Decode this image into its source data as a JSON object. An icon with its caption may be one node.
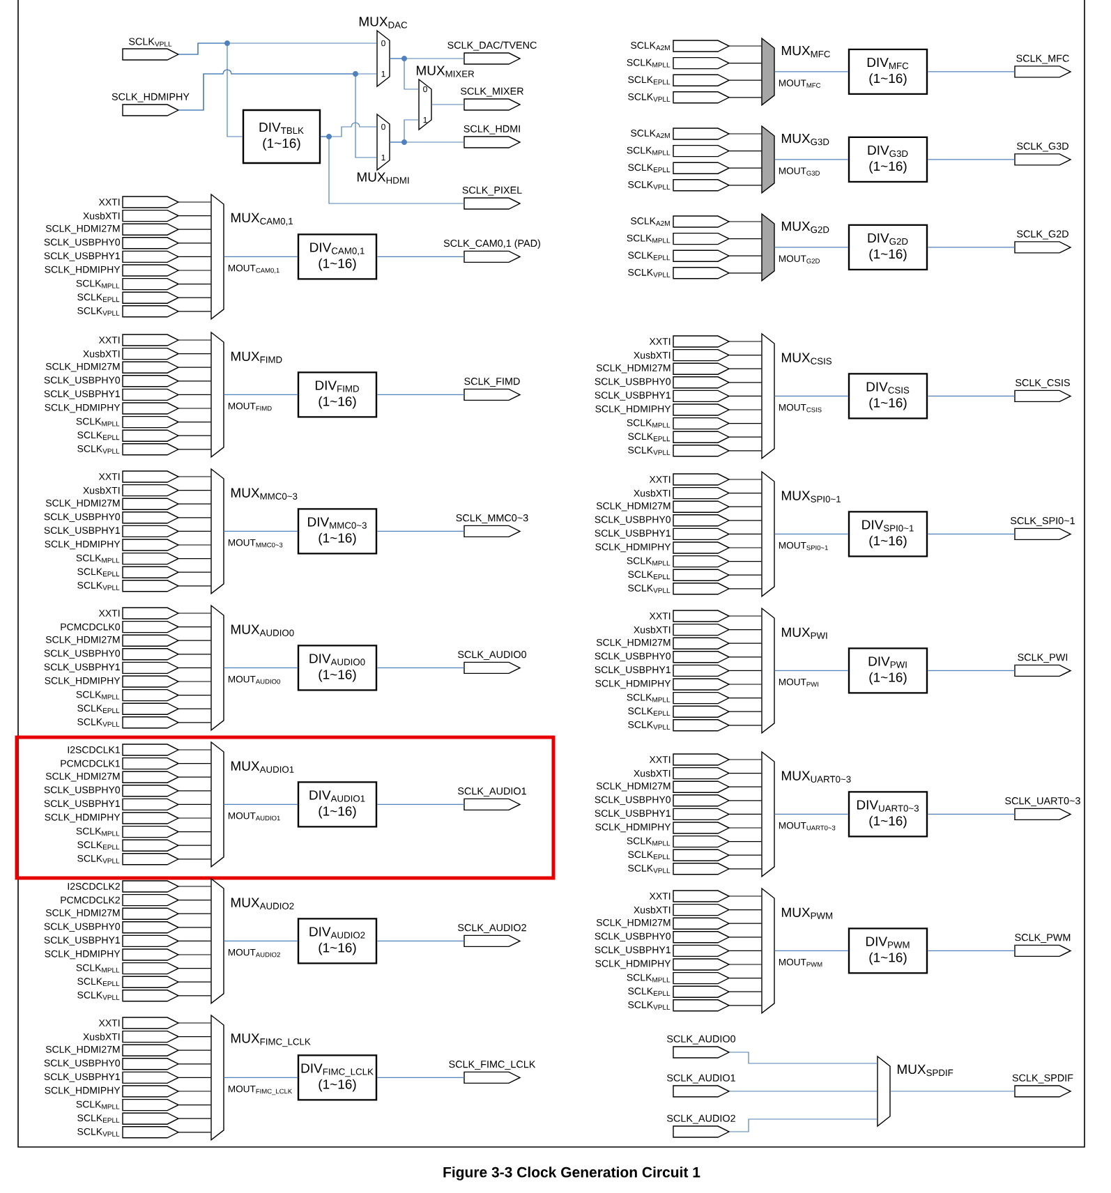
{
  "diagram": {
    "caption": "Figure 3-3 Clock Generation Circuit 1",
    "nodes": [
      {
        "text": [
          "SCLK$_{VPLL}$"
        ]
      },
      {
        "text": [
          "SCLK_HDMIPHY"
        ]
      },
      {
        "text": [
          "MUX$_{DAC}$"
        ]
      },
      {
        "text": [
          "MUX$_{MIXER}$"
        ]
      },
      {
        "text": [
          "DIV$_{TBLK}$",
          "(1~16)"
        ]
      },
      {
        "text": [
          "MUX$_{HDMI}$"
        ]
      },
      {
        "text": [
          "SCLK_DAC/TVENC"
        ]
      },
      {
        "text": [
          "SCLK_MIXER"
        ]
      },
      {
        "text": [
          "SCLK_HDMI"
        ]
      },
      {
        "text": [
          "SCLK_PIXEL"
        ]
      },
      {
        "text": [
          "XXTI"
        ]
      },
      {
        "text": [
          "XusbXTI"
        ]
      },
      {
        "text": [
          "SCLK_HDMI27M"
        ]
      },
      {
        "text": [
          "SCLK_USBPHY0"
        ]
      },
      {
        "text": [
          "SCLK_USBPHY1"
        ]
      },
      {
        "text": [
          "SCLK_HDMIPHY"
        ]
      },
      {
        "text": [
          "SCLK$_{MPLL}$"
        ]
      },
      {
        "text": [
          "SCLK$_{EPLL}$"
        ]
      },
      {
        "text": [
          "SCLK$_{VPLL}$"
        ]
      },
      {
        "text": [
          "MUX$_{CAM0,1}$"
        ]
      },
      {
        "text": [
          "DIV$_{CAM0,1}$",
          "(1~16)"
        ]
      },
      {
        "text": [
          "SCLK_CAM0,1 (PAD)"
        ]
      },
      {
        "text": [
          "XXTI"
        ]
      },
      {
        "text": [
          "XusbXTI"
        ]
      },
      {
        "text": [
          "SCLK_HDMI27M"
        ]
      },
      {
        "text": [
          "SCLK_USBPHY0"
        ]
      },
      {
        "text": [
          "SCLK_USBPHY1"
        ]
      },
      {
        "text": [
          "SCLK_HDMIPHY"
        ]
      },
      {
        "text": [
          "SCLK$_{MPLL}$"
        ]
      },
      {
        "text": [
          "SCLK$_{EPLL}$"
        ]
      },
      {
        "text": [
          "SCLK$_{VPLL}$"
        ]
      },
      {
        "text": [
          "MUX$_{FIMD}$"
        ]
      },
      {
        "text": [
          "DIV$_{FIMD}$",
          "(1~16)"
        ]
      },
      {
        "text": [
          "SCLK_FIMD"
        ]
      },
      {
        "text": [
          "XXTI"
        ]
      },
      {
        "text": [
          "XusbXTI"
        ]
      },
      {
        "text": [
          "SCLK_HDMI27M"
        ]
      },
      {
        "text": [
          "SCLK_USBPHY0"
        ]
      },
      {
        "text": [
          "SCLK_USBPHY1"
        ]
      },
      {
        "text": [
          "SCLK_HDMIPHY"
        ]
      },
      {
        "text": [
          "SCLK$_{MPLL}$"
        ]
      },
      {
        "text": [
          "SCLK$_{EPLL}$"
        ]
      },
      {
        "text": [
          "SCLK$_{VPLL}$"
        ]
      },
      {
        "text": [
          "MUX$_{MMC0~3}$"
        ]
      },
      {
        "text": [
          "DIV$_{MMC0~3}$",
          "(1~16)"
        ]
      },
      {
        "text": [
          "SCLK_MMC0~3"
        ]
      },
      {
        "text": [
          "XXTI"
        ]
      },
      {
        "text": [
          "PCMCDCLK0"
        ]
      },
      {
        "text": [
          "SCLK_HDMI27M"
        ]
      },
      {
        "text": [
          "SCLK_USBPHY0"
        ]
      },
      {
        "text": [
          "SCLK_USBPHY1"
        ]
      },
      {
        "text": [
          "SCLK_HDMIPHY"
        ]
      },
      {
        "text": [
          "SCLK$_{MPLL}$"
        ]
      },
      {
        "text": [
          "SCLK$_{EPLL}$"
        ]
      },
      {
        "text": [
          "SCLK$_{VPLL}$"
        ]
      },
      {
        "text": [
          "MUX$_{AUDIO0}$"
        ]
      },
      {
        "text": [
          "DIV$_{AUDIO0}$",
          "(1~16)"
        ]
      },
      {
        "text": [
          "SCLK_AUDIO0"
        ]
      },
      {
        "text": [
          "I2SCDCLK1"
        ]
      },
      {
        "text": [
          "PCMCDCLK1"
        ]
      },
      {
        "text": [
          "SCLK_HDMI27M"
        ]
      },
      {
        "text": [
          "SCLK_USBPHY0"
        ]
      },
      {
        "text": [
          "SCLK_USBPHY1"
        ]
      },
      {
        "text": [
          "SCLK_HDMIPHY"
        ]
      },
      {
        "text": [
          "SCLK$_{MPLL}$"
        ]
      },
      {
        "text": [
          "SCLK$_{EPLL}$"
        ]
      },
      {
        "text": [
          "SCLK$_{VPLL}$"
        ]
      },
      {
        "text": [
          "MUX$_{AUDIO1}$"
        ]
      },
      {
        "text": [
          "DIV$_{AUDIO1}$",
          "(1~16)"
        ]
      },
      {
        "text": [
          "SCLK_AUDIO1"
        ]
      },
      {
        "text": [
          "I2SCDCLK2"
        ]
      },
      {
        "text": [
          "PCMCDCLK2"
        ]
      },
      {
        "text": [
          "SCLK_HDMI27M"
        ]
      },
      {
        "text": [
          "SCLK_USBPHY0"
        ]
      },
      {
        "text": [
          "SCLK_USBPHY1"
        ]
      },
      {
        "text": [
          "SCLK_HDMIPHY"
        ]
      },
      {
        "text": [
          "SCLK$_{MPLL}$"
        ]
      },
      {
        "text": [
          "SCLK$_{EPLL}$"
        ]
      },
      {
        "text": [
          "SCLK$_{VPLL}$"
        ]
      },
      {
        "text": [
          "MUX$_{AUDIO2}$"
        ]
      },
      {
        "text": [
          "DIV$_{AUDIO2}$",
          "(1~16)"
        ]
      },
      {
        "text": [
          "SCLK_AUDIO2"
        ]
      },
      {
        "text": [
          "XXTI"
        ]
      },
      {
        "text": [
          "XusbXTI"
        ]
      },
      {
        "text": [
          "SCLK_HDMI27M"
        ]
      },
      {
        "text": [
          "SCLK_USBPHY0"
        ]
      },
      {
        "text": [
          "SCLK_USBPHY1"
        ]
      },
      {
        "text": [
          "SCLK_HDMIPHY"
        ]
      },
      {
        "text": [
          "SCLK$_{MPLL}$"
        ]
      },
      {
        "text": [
          "SCLK$_{EPLL}$"
        ]
      },
      {
        "text": [
          "SCLK$_{VPLL}$"
        ]
      },
      {
        "text": [
          "MUX$_{FIMC_LCLK}$"
        ]
      },
      {
        "text": [
          "DIV$_{FIMC_LCLK}$",
          "(1~16)"
        ]
      },
      {
        "text": [
          "SCLK_FIMC_LCLK"
        ]
      },
      {
        "text": [
          "SCLK$_{A2M}$"
        ]
      },
      {
        "text": [
          "SCLK$_{MPLL}$"
        ]
      },
      {
        "text": [
          "SCLK$_{EPLL}$"
        ]
      },
      {
        "text": [
          "SCLK$_{VPLL}$"
        ]
      },
      {
        "text": [
          "MUX$_{MFC}$"
        ]
      },
      {
        "text": [
          "DIV$_{MFC}$",
          "(1~16)"
        ]
      },
      {
        "text": [
          "SCLK_MFC"
        ]
      },
      {
        "text": [
          "SCLK$_{A2M}$"
        ]
      },
      {
        "text": [
          "SCLK$_{MPLL}$"
        ]
      },
      {
        "text": [
          "SCLK$_{EPLL}$"
        ]
      },
      {
        "text": [
          "SCLK$_{VPLL}$"
        ]
      },
      {
        "text": [
          "MUX$_{G3D}$"
        ]
      },
      {
        "text": [
          "DIV$_{G3D}$",
          "(1~16)"
        ]
      },
      {
        "text": [
          "SCLK_G3D"
        ]
      },
      {
        "text": [
          "SCLK$_{A2M}$"
        ]
      },
      {
        "text": [
          "SCLK$_{MPLL}$"
        ]
      },
      {
        "text": [
          "SCLK$_{EPLL}$"
        ]
      },
      {
        "text": [
          "SCLK$_{VPLL}$"
        ]
      },
      {
        "text": [
          "MUX$_{G2D}$"
        ]
      },
      {
        "text": [
          "DIV$_{G2D}$",
          "(1~16)"
        ]
      },
      {
        "text": [
          "SCLK_G2D"
        ]
      },
      {
        "text": [
          "XXTI"
        ]
      },
      {
        "text": [
          "XusbXTI"
        ]
      },
      {
        "text": [
          "SCLK_HDMI27M"
        ]
      },
      {
        "text": [
          "SCLK_USBPHY0"
        ]
      },
      {
        "text": [
          "SCLK_USBPHY1"
        ]
      },
      {
        "text": [
          "SCLK_HDMIPHY"
        ]
      },
      {
        "text": [
          "SCLK$_{MPLL}$"
        ]
      },
      {
        "text": [
          "SCLK$_{EPLL}$"
        ]
      },
      {
        "text": [
          "SCLK$_{VPLL}$"
        ]
      },
      {
        "text": [
          "MUX$_{CSIS}$"
        ]
      },
      {
        "text": [
          "DIV$_{CSIS}$",
          "(1~16)"
        ]
      },
      {
        "text": [
          "SCLK_CSIS"
        ]
      },
      {
        "text": [
          "XXTI"
        ]
      },
      {
        "text": [
          "XusbXTI"
        ]
      },
      {
        "text": [
          "SCLK_HDMI27M"
        ]
      },
      {
        "text": [
          "SCLK_USBPHY0"
        ]
      },
      {
        "text": [
          "SCLK_USBPHY1"
        ]
      },
      {
        "text": [
          "SCLK_HDMIPHY"
        ]
      },
      {
        "text": [
          "SCLK$_{MPLL}$"
        ]
      },
      {
        "text": [
          "SCLK$_{EPLL}$"
        ]
      },
      {
        "text": [
          "SCLK$_{VPLL}$"
        ]
      },
      {
        "text": [
          "MUX$_{SPI0~1}$"
        ]
      },
      {
        "text": [
          "DIV$_{SPI0~1}$",
          "(1~16)"
        ]
      },
      {
        "text": [
          "SCLK_SPI0~1"
        ]
      },
      {
        "text": [
          "XXTI"
        ]
      },
      {
        "text": [
          "XusbXTI"
        ]
      },
      {
        "text": [
          "SCLK_HDMI27M"
        ]
      },
      {
        "text": [
          "SCLK_USBPHY0"
        ]
      },
      {
        "text": [
          "SCLK_USBPHY1"
        ]
      },
      {
        "text": [
          "SCLK_HDMIPHY"
        ]
      },
      {
        "text": [
          "SCLK$_{MPLL}$"
        ]
      },
      {
        "text": [
          "SCLK$_{EPLL}$"
        ]
      },
      {
        "text": [
          "SCLK$_{VPLL}$"
        ]
      },
      {
        "text": [
          "MUX$_{PWI}$"
        ]
      },
      {
        "text": [
          "DIV$_{PWI}$",
          "(1~16)"
        ]
      },
      {
        "text": [
          "SCLK_PWI"
        ]
      },
      {
        "text": [
          "XXTI"
        ]
      },
      {
        "text": [
          "XusbXTI"
        ]
      },
      {
        "text": [
          "SCLK_HDMI27M"
        ]
      },
      {
        "text": [
          "SCLK_USBPHY0"
        ]
      },
      {
        "text": [
          "SCLK_USBPHY1"
        ]
      },
      {
        "text": [
          "SCLK_HDMIPHY"
        ]
      },
      {
        "text": [
          "SCLK$_{MPLL}$"
        ]
      },
      {
        "text": [
          "SCLK$_{EPLL}$"
        ]
      },
      {
        "text": [
          "SCLK$_{VPLL}$"
        ]
      },
      {
        "text": [
          "MUX$_{UART0~3}$"
        ]
      },
      {
        "text": [
          "DIV$_{UART0~3}$",
          "(1~16)"
        ]
      },
      {
        "text": [
          "SCLK_UART0~3"
        ]
      },
      {
        "text": [
          "XXTI"
        ]
      },
      {
        "text": [
          "XusbXTI"
        ]
      },
      {
        "text": [
          "SCLK_HDMI27M"
        ]
      },
      {
        "text": [
          "SCLK_USBPHY0"
        ]
      },
      {
        "text": [
          "SCLK_USBPHY1"
        ]
      },
      {
        "text": [
          "SCLK_HDMIPHY"
        ]
      },
      {
        "text": [
          "SCLK$_{MPLL}$"
        ]
      },
      {
        "text": [
          "SCLK$_{EPLL}$"
        ]
      },
      {
        "text": [
          "SCLK$_{VPLL}$"
        ]
      },
      {
        "text": [
          "MUX$_{PWM}$"
        ]
      },
      {
        "text": [
          "DIV$_{PWM}$",
          "(1~16)"
        ]
      },
      {
        "text": [
          "SCLK_PWM"
        ]
      },
      {
        "text": [
          "SCLK_AUDIO0"
        ]
      },
      {
        "text": [
          "SCLK_AUDIO1"
        ]
      },
      {
        "text": [
          "SCLK_AUDIO2"
        ]
      },
      {
        "text": [
          "MUX$_{SPDIF}$"
        ]
      },
      {
        "text": [
          "SCLK_SPDIF"
        ]
      }
    ],
    "edges": [
      {
        "from": 0,
        "to": 2,
        "arrow": "none",
        "color": "#4f81bd"
      },
      {
        "from": 1,
        "to": 2,
        "arrow": "none",
        "color": "#4f81bd"
      },
      {
        "from": 0,
        "to": 4,
        "arrow": "none",
        "color": "#4f81bd"
      },
      {
        "from": 4,
        "to": 5,
        "arrow": "none",
        "color": "#4f81bd"
      },
      {
        "from": 1,
        "to": 5,
        "arrow": "none",
        "color": "#4f81bd"
      },
      {
        "from": 2,
        "to": 6,
        "arrow": "none",
        "color": "#4f81bd"
      },
      {
        "from": 2,
        "to": 3,
        "arrow": "none",
        "color": "#4f81bd"
      },
      {
        "from": 5,
        "to": 3,
        "arrow": "none",
        "color": "#4f81bd"
      },
      {
        "from": 3,
        "to": 7,
        "arrow": "none",
        "color": "#4f81bd"
      },
      {
        "from": 5,
        "to": 8,
        "arrow": "none",
        "color": "#4f81bd"
      },
      {
        "from": 4,
        "to": 9,
        "arrow": "none",
        "color": "#4f81bd"
      },
      {
        "from": 10,
        "to": 19,
        "arrow": "none"
      },
      {
        "from": 11,
        "to": 19,
        "arrow": "none"
      },
      {
        "from": 12,
        "to": 19,
        "arrow": "none"
      },
      {
        "from": 13,
        "to": 19,
        "arrow": "none"
      },
      {
        "from": 14,
        "to": 19,
        "arrow": "none"
      },
      {
        "from": 15,
        "to": 19,
        "arrow": "none"
      },
      {
        "from": 16,
        "to": 19,
        "arrow": "none"
      },
      {
        "from": 17,
        "to": 19,
        "arrow": "none"
      },
      {
        "from": 18,
        "to": 19,
        "arrow": "none"
      },
      {
        "from": 19,
        "to": 20,
        "arrow": "none",
        "color": "#4f81bd",
        "label": "MOUT$_{CAM0,1}$"
      },
      {
        "from": 20,
        "to": 21,
        "arrow": "none",
        "color": "#4f81bd"
      },
      {
        "from": 22,
        "to": 31,
        "arrow": "none"
      },
      {
        "from": 23,
        "to": 31,
        "arrow": "none"
      },
      {
        "from": 24,
        "to": 31,
        "arrow": "none"
      },
      {
        "from": 25,
        "to": 31,
        "arrow": "none"
      },
      {
        "from": 26,
        "to": 31,
        "arrow": "none"
      },
      {
        "from": 27,
        "to": 31,
        "arrow": "none"
      },
      {
        "from": 28,
        "to": 31,
        "arrow": "none"
      },
      {
        "from": 29,
        "to": 31,
        "arrow": "none"
      },
      {
        "from": 30,
        "to": 31,
        "arrow": "none"
      },
      {
        "from": 31,
        "to": 32,
        "arrow": "none",
        "color": "#4f81bd",
        "label": "MOUT$_{FIMD}$"
      },
      {
        "from": 32,
        "to": 33,
        "arrow": "none",
        "color": "#4f81bd"
      },
      {
        "from": 34,
        "to": 43,
        "arrow": "none"
      },
      {
        "from": 35,
        "to": 43,
        "arrow": "none"
      },
      {
        "from": 36,
        "to": 43,
        "arrow": "none"
      },
      {
        "from": 37,
        "to": 43,
        "arrow": "none"
      },
      {
        "from": 38,
        "to": 43,
        "arrow": "none"
      },
      {
        "from": 39,
        "to": 43,
        "arrow": "none"
      },
      {
        "from": 40,
        "to": 43,
        "arrow": "none"
      },
      {
        "from": 41,
        "to": 43,
        "arrow": "none"
      },
      {
        "from": 42,
        "to": 43,
        "arrow": "none"
      },
      {
        "from": 43,
        "to": 44,
        "arrow": "none",
        "color": "#4f81bd",
        "label": "MOUT$_{MMC0~3}$"
      },
      {
        "from": 44,
        "to": 45,
        "arrow": "none",
        "color": "#4f81bd"
      },
      {
        "from": 46,
        "to": 55,
        "arrow": "none"
      },
      {
        "from": 47,
        "to": 55,
        "arrow": "none"
      },
      {
        "from": 48,
        "to": 55,
        "arrow": "none"
      },
      {
        "from": 49,
        "to": 55,
        "arrow": "none"
      },
      {
        "from": 50,
        "to": 55,
        "arrow": "none"
      },
      {
        "from": 51,
        "to": 55,
        "arrow": "none"
      },
      {
        "from": 52,
        "to": 55,
        "arrow": "none"
      },
      {
        "from": 53,
        "to": 55,
        "arrow": "none"
      },
      {
        "from": 54,
        "to": 55,
        "arrow": "none"
      },
      {
        "from": 55,
        "to": 56,
        "arrow": "none",
        "color": "#4f81bd",
        "label": "MOUT$_{AUDIO0}$"
      },
      {
        "from": 56,
        "to": 57,
        "arrow": "none",
        "color": "#4f81bd"
      },
      {
        "from": 58,
        "to": 67,
        "arrow": "none"
      },
      {
        "from": 59,
        "to": 67,
        "arrow": "none"
      },
      {
        "from": 60,
        "to": 67,
        "arrow": "none"
      },
      {
        "from": 61,
        "to": 67,
        "arrow": "none"
      },
      {
        "from": 62,
        "to": 67,
        "arrow": "none"
      },
      {
        "from": 63,
        "to": 67,
        "arrow": "none"
      },
      {
        "from": 64,
        "to": 67,
        "arrow": "none"
      },
      {
        "from": 65,
        "to": 67,
        "arrow": "none"
      },
      {
        "from": 66,
        "to": 67,
        "arrow": "none"
      },
      {
        "from": 67,
        "to": 68,
        "arrow": "none",
        "color": "#4f81bd",
        "label": "MOUT$_{AUDIO1}$"
      },
      {
        "from": 68,
        "to": 69,
        "arrow": "none",
        "color": "#4f81bd"
      },
      {
        "from": 70,
        "to": 79,
        "arrow": "none"
      },
      {
        "from": 71,
        "to": 79,
        "arrow": "none"
      },
      {
        "from": 72,
        "to": 79,
        "arrow": "none"
      },
      {
        "from": 73,
        "to": 79,
        "arrow": "none"
      },
      {
        "from": 74,
        "to": 79,
        "arrow": "none"
      },
      {
        "from": 75,
        "to": 79,
        "arrow": "none"
      },
      {
        "from": 76,
        "to": 79,
        "arrow": "none"
      },
      {
        "from": 77,
        "to": 79,
        "arrow": "none"
      },
      {
        "from": 78,
        "to": 79,
        "arrow": "none"
      },
      {
        "from": 79,
        "to": 80,
        "arrow": "none",
        "color": "#4f81bd",
        "label": "MOUT$_{AUDIO2}$"
      },
      {
        "from": 80,
        "to": 81,
        "arrow": "none",
        "color": "#4f81bd"
      },
      {
        "from": 82,
        "to": 91,
        "arrow": "none"
      },
      {
        "from": 83,
        "to": 91,
        "arrow": "none"
      },
      {
        "from": 84,
        "to": 91,
        "arrow": "none"
      },
      {
        "from": 85,
        "to": 91,
        "arrow": "none"
      },
      {
        "from": 86,
        "to": 91,
        "arrow": "none"
      },
      {
        "from": 87,
        "to": 91,
        "arrow": "none"
      },
      {
        "from": 88,
        "to": 91,
        "arrow": "none"
      },
      {
        "from": 89,
        "to": 91,
        "arrow": "none"
      },
      {
        "from": 90,
        "to": 91,
        "arrow": "none"
      },
      {
        "from": 91,
        "to": 92,
        "arrow": "none",
        "color": "#4f81bd",
        "label": "MOUT$_{FIMC_LCLK}$"
      },
      {
        "from": 92,
        "to": 93,
        "arrow": "none",
        "color": "#4f81bd"
      },
      {
        "from": 94,
        "to": 98,
        "arrow": "none"
      },
      {
        "from": 95,
        "to": 98,
        "arrow": "none"
      },
      {
        "from": 96,
        "to": 98,
        "arrow": "none"
      },
      {
        "from": 97,
        "to": 98,
        "arrow": "none"
      },
      {
        "from": 98,
        "to": 99,
        "arrow": "none",
        "color": "#4f81bd",
        "label": "MOUT$_{MFC}$"
      },
      {
        "from": 99,
        "to": 100,
        "arrow": "none",
        "color": "#4f81bd"
      },
      {
        "from": 101,
        "to": 105,
        "arrow": "none"
      },
      {
        "from": 102,
        "to": 105,
        "arrow": "none"
      },
      {
        "from": 103,
        "to": 105,
        "arrow": "none"
      },
      {
        "from": 104,
        "to": 105,
        "arrow": "none"
      },
      {
        "from": 105,
        "to": 106,
        "arrow": "none",
        "color": "#4f81bd",
        "label": "MOUT$_{G3D}$"
      },
      {
        "from": 106,
        "to": 107,
        "arrow": "none",
        "color": "#4f81bd"
      },
      {
        "from": 108,
        "to": 112,
        "arrow": "none"
      },
      {
        "from": 109,
        "to": 112,
        "arrow": "none"
      },
      {
        "from": 110,
        "to": 112,
        "arrow": "none"
      },
      {
        "from": 111,
        "to": 112,
        "arrow": "none"
      },
      {
        "from": 112,
        "to": 113,
        "arrow": "none",
        "color": "#4f81bd",
        "label": "MOUT$_{G2D}$"
      },
      {
        "from": 113,
        "to": 114,
        "arrow": "none",
        "color": "#4f81bd"
      },
      {
        "from": 115,
        "to": 124,
        "arrow": "none"
      },
      {
        "from": 116,
        "to": 124,
        "arrow": "none"
      },
      {
        "from": 117,
        "to": 124,
        "arrow": "none"
      },
      {
        "from": 118,
        "to": 124,
        "arrow": "none"
      },
      {
        "from": 119,
        "to": 124,
        "arrow": "none"
      },
      {
        "from": 120,
        "to": 124,
        "arrow": "none"
      },
      {
        "from": 121,
        "to": 124,
        "arrow": "none"
      },
      {
        "from": 122,
        "to": 124,
        "arrow": "none"
      },
      {
        "from": 123,
        "to": 124,
        "arrow": "none"
      },
      {
        "from": 124,
        "to": 125,
        "arrow": "none",
        "color": "#4f81bd",
        "label": "MOUT$_{CSIS}$"
      },
      {
        "from": 125,
        "to": 126,
        "arrow": "none",
        "color": "#4f81bd"
      },
      {
        "from": 127,
        "to": 136,
        "arrow": "none"
      },
      {
        "from": 128,
        "to": 136,
        "arrow": "none"
      },
      {
        "from": 129,
        "to": 136,
        "arrow": "none"
      },
      {
        "from": 130,
        "to": 136,
        "arrow": "none"
      },
      {
        "from": 131,
        "to": 136,
        "arrow": "none"
      },
      {
        "from": 132,
        "to": 136,
        "arrow": "none"
      },
      {
        "from": 133,
        "to": 136,
        "arrow": "none"
      },
      {
        "from": 134,
        "to": 136,
        "arrow": "none"
      },
      {
        "from": 135,
        "to": 136,
        "arrow": "none"
      },
      {
        "from": 136,
        "to": 137,
        "arrow": "none",
        "color": "#4f81bd",
        "label": "MOUT$_{SPI0~1}$"
      },
      {
        "from": 137,
        "to": 138,
        "arrow": "none",
        "color": "#4f81bd"
      },
      {
        "from": 139,
        "to": 148,
        "arrow": "none"
      },
      {
        "from": 140,
        "to": 148,
        "arrow": "none"
      },
      {
        "from": 141,
        "to": 148,
        "arrow": "none"
      },
      {
        "from": 142,
        "to": 148,
        "arrow": "none"
      },
      {
        "from": 143,
        "to": 148,
        "arrow": "none"
      },
      {
        "from": 144,
        "to": 148,
        "arrow": "none"
      },
      {
        "from": 145,
        "to": 148,
        "arrow": "none"
      },
      {
        "from": 146,
        "to": 148,
        "arrow": "none"
      },
      {
        "from": 147,
        "to": 148,
        "arrow": "none"
      },
      {
        "from": 148,
        "to": 149,
        "arrow": "none",
        "color": "#4f81bd",
        "label": "MOUT$_{PWI}$"
      },
      {
        "from": 149,
        "to": 150,
        "arrow": "none",
        "color": "#4f81bd"
      },
      {
        "from": 151,
        "to": 160,
        "arrow": "none"
      },
      {
        "from": 152,
        "to": 160,
        "arrow": "none"
      },
      {
        "from": 153,
        "to": 160,
        "arrow": "none"
      },
      {
        "from": 154,
        "to": 160,
        "arrow": "none"
      },
      {
        "from": 155,
        "to": 160,
        "arrow": "none"
      },
      {
        "from": 156,
        "to": 160,
        "arrow": "none"
      },
      {
        "from": 157,
        "to": 160,
        "arrow": "none"
      },
      {
        "from": 158,
        "to": 160,
        "arrow": "none"
      },
      {
        "from": 159,
        "to": 160,
        "arrow": "none"
      },
      {
        "from": 160,
        "to": 161,
        "arrow": "none",
        "color": "#4f81bd",
        "label": "MOUT$_{UART0~3}$"
      },
      {
        "from": 161,
        "to": 162,
        "arrow": "none",
        "color": "#4f81bd"
      },
      {
        "from": 163,
        "to": 172,
        "arrow": "none"
      },
      {
        "from": 164,
        "to": 172,
        "arrow": "none"
      },
      {
        "from": 165,
        "to": 172,
        "arrow": "none"
      },
      {
        "from": 166,
        "to": 172,
        "arrow": "none"
      },
      {
        "from": 167,
        "to": 172,
        "arrow": "none"
      },
      {
        "from": 168,
        "to": 172,
        "arrow": "none"
      },
      {
        "from": 169,
        "to": 172,
        "arrow": "none"
      },
      {
        "from": 170,
        "to": 172,
        "arrow": "none"
      },
      {
        "from": 171,
        "to": 172,
        "arrow": "none"
      },
      {
        "from": 172,
        "to": 173,
        "arrow": "none",
        "color": "#4f81bd",
        "label": "MOUT$_{PWM}$"
      },
      {
        "from": 173,
        "to": 174,
        "arrow": "none",
        "color": "#4f81bd"
      },
      {
        "from": 175,
        "to": 178,
        "arrow": "none",
        "color": "#4f81bd"
      },
      {
        "from": 176,
        "to": 178,
        "arrow": "none",
        "color": "#4f81bd"
      },
      {
        "from": 177,
        "to": 178,
        "arrow": "none",
        "color": "#4f81bd"
      },
      {
        "from": 178,
        "to": 179,
        "arrow": "none",
        "color": "#4f81bd"
      }
    ],
    "labels": [
      "0",
      "1",
      "0",
      "1",
      "0",
      "1"
    ]
  }
}
